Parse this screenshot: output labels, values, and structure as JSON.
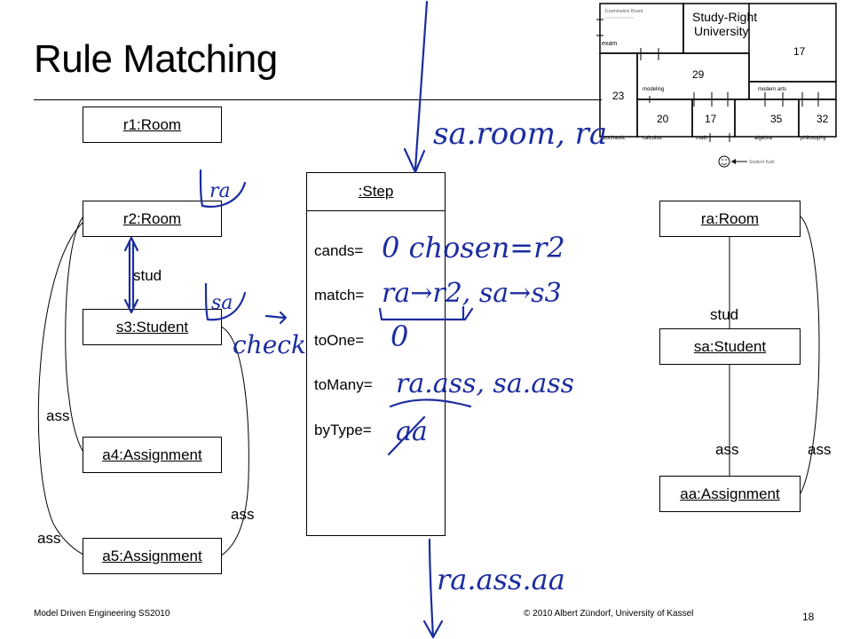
{
  "title": "Rule Matching",
  "left_pattern": {
    "r1": "r1:Room",
    "r2": "r2:Room",
    "s3": "s3:Student",
    "a4": "a4:Assignment",
    "a5": "a5:Assignment",
    "stud": "stud",
    "ass_a4": "ass",
    "ass_a5_left": "ass",
    "ass_a5_right": "ass"
  },
  "step": {
    "header": ":Step",
    "fields": [
      "cands=",
      "match=",
      "toOne=",
      "toMany=",
      "byType="
    ]
  },
  "right_pattern": {
    "ra": "ra:Room",
    "sa": "sa:Student",
    "aa": "aa:Assignment",
    "stud": "stud",
    "ass_left": "ass",
    "ass_right": "ass"
  },
  "map": {
    "exam_board": "Examination Board",
    "university": [
      "Study-Right",
      "University"
    ],
    "exam": "exam",
    "rooms": [
      "modeling",
      "modern arts",
      "stochastic",
      "calculus",
      "math",
      "algebra",
      "philosophy"
    ],
    "numbers": [
      "17",
      "29",
      "23",
      "20",
      "17",
      "35",
      "32"
    ],
    "student_karli": "Student Karli"
  },
  "handwriting": {
    "top": "sa.room, ra",
    "r2_tag": "ra",
    "s3_tag": "sa",
    "check": "check",
    "cands": "0 chosen=r2",
    "match": "ra→r2, sa→s3",
    "toOne": "0",
    "toMany": "ra.ass, sa.ass",
    "byType": "aa",
    "bottom": "ra.ass.aa"
  },
  "footer": {
    "left": "Model Driven Engineering SS2010",
    "center": "© 2010 Albert Zündorf, University of Kassel",
    "page": "18"
  }
}
